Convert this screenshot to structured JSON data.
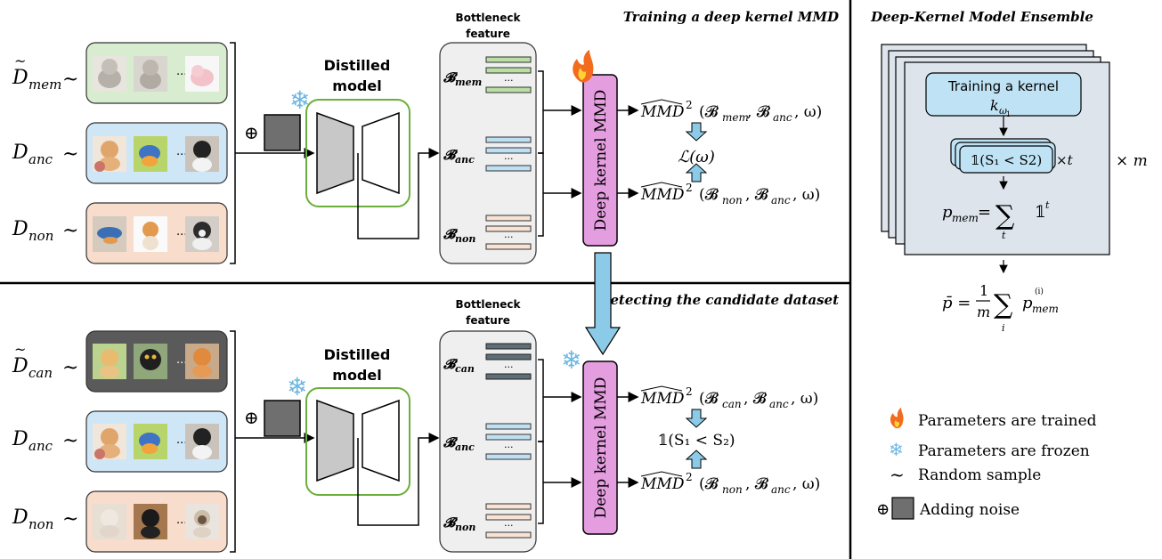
{
  "training": {
    "title": "Training a deep kernel MMD",
    "rows": [
      {
        "label_base": "D",
        "label_sub": "mem",
        "tilde": true,
        "bg": "#d8edcf",
        "thumbs": [
          "cat",
          "kitten",
          "pig"
        ]
      },
      {
        "label_base": "D",
        "label_sub": "anc",
        "tilde": false,
        "bg": "#cfe6f6",
        "thumbs": [
          "kitten",
          "bird",
          "blackcat"
        ]
      },
      {
        "label_base": "D",
        "label_sub": "non",
        "tilde": false,
        "bg": "#f8dccc",
        "thumbs": [
          "bird",
          "dog",
          "puppy"
        ]
      }
    ],
    "distilled_label": [
      "Distilled",
      "model"
    ],
    "bottleneck_label": [
      "Bottleneck",
      "feature"
    ],
    "b_labels": [
      [
        "B",
        "mem"
      ],
      [
        "B",
        "anc"
      ],
      [
        "B",
        "non"
      ]
    ],
    "mmd_box_label": "Deep kernel MMD",
    "mmd_top": [
      "MMD",
      "2",
      "(ℬ",
      "mem",
      ", ℬ",
      "anc",
      ", ω)"
    ],
    "mmd_bottom": [
      "MMD",
      "2",
      "(ℬ",
      "non",
      ", ℬ",
      "anc",
      ", ω)"
    ],
    "loss": "ℒ(ω)"
  },
  "detecting": {
    "title": "Detecting the candidate dataset",
    "rows": [
      {
        "label_base": "D",
        "label_sub": "can",
        "tilde": true,
        "bg": "#5a5a5a",
        "thumbs": [
          "puppy",
          "blackbird",
          "kitten"
        ]
      },
      {
        "label_base": "D",
        "label_sub": "anc",
        "tilde": false,
        "bg": "#cfe6f6",
        "thumbs": [
          "kitten",
          "bird",
          "blackcat"
        ]
      },
      {
        "label_base": "D",
        "label_sub": "non",
        "tilde": false,
        "bg": "#f8dccc",
        "thumbs": [
          "kitten2",
          "blackcat2",
          "siamese"
        ]
      }
    ],
    "distilled_label": [
      "Distilled",
      "model"
    ],
    "bottleneck_label": [
      "Bottleneck",
      "feature"
    ],
    "b_labels": [
      [
        "B",
        "can"
      ],
      [
        "B",
        "anc"
      ],
      [
        "B",
        "non"
      ]
    ],
    "mmd_box_label": "Deep kernel MMD",
    "mmd_top": [
      "MMD",
      "2",
      "(ℬ",
      "can",
      ", ℬ",
      "anc",
      ", ω)"
    ],
    "mmd_bottom": [
      "MMD",
      "2",
      "(ℬ",
      "non",
      ", ℬ",
      "anc",
      ", ω)"
    ],
    "indicator": "𝟙(S₁ < S₂)"
  },
  "ensemble": {
    "title": "Deep-Kernel Model Ensemble",
    "kernel_box": "Training a kernel",
    "kernel_sym": "k",
    "kernel_sub": "ω",
    "kernel_subsub": "1",
    "indicator_box": "𝟙(S₁ < S2)",
    "times_t": "×t",
    "p_mem": "p",
    "p_mem_sub": "mem",
    "sum_expr": "= ∑ 𝟙",
    "sum_sup": "t",
    "sum_under": "t",
    "times_m": "× m",
    "p_bar": "p̄ =",
    "frac_num": "1",
    "frac_den": "m",
    "final_sum": "∑ p",
    "final_sub": "mem",
    "final_sup": "(i)",
    "final_under": "i"
  },
  "legend": {
    "trained": "Parameters are trained",
    "frozen": "Parameters are frozen",
    "random": "Random sample",
    "noise": "Adding noise"
  },
  "colors": {
    "green_box": "#6aae3c",
    "blue_arrow": "#8ccbe8",
    "mmd_box": "#e49ee0",
    "noise": "#6f6f6f",
    "bottleneck_bg": "#efefef"
  }
}
